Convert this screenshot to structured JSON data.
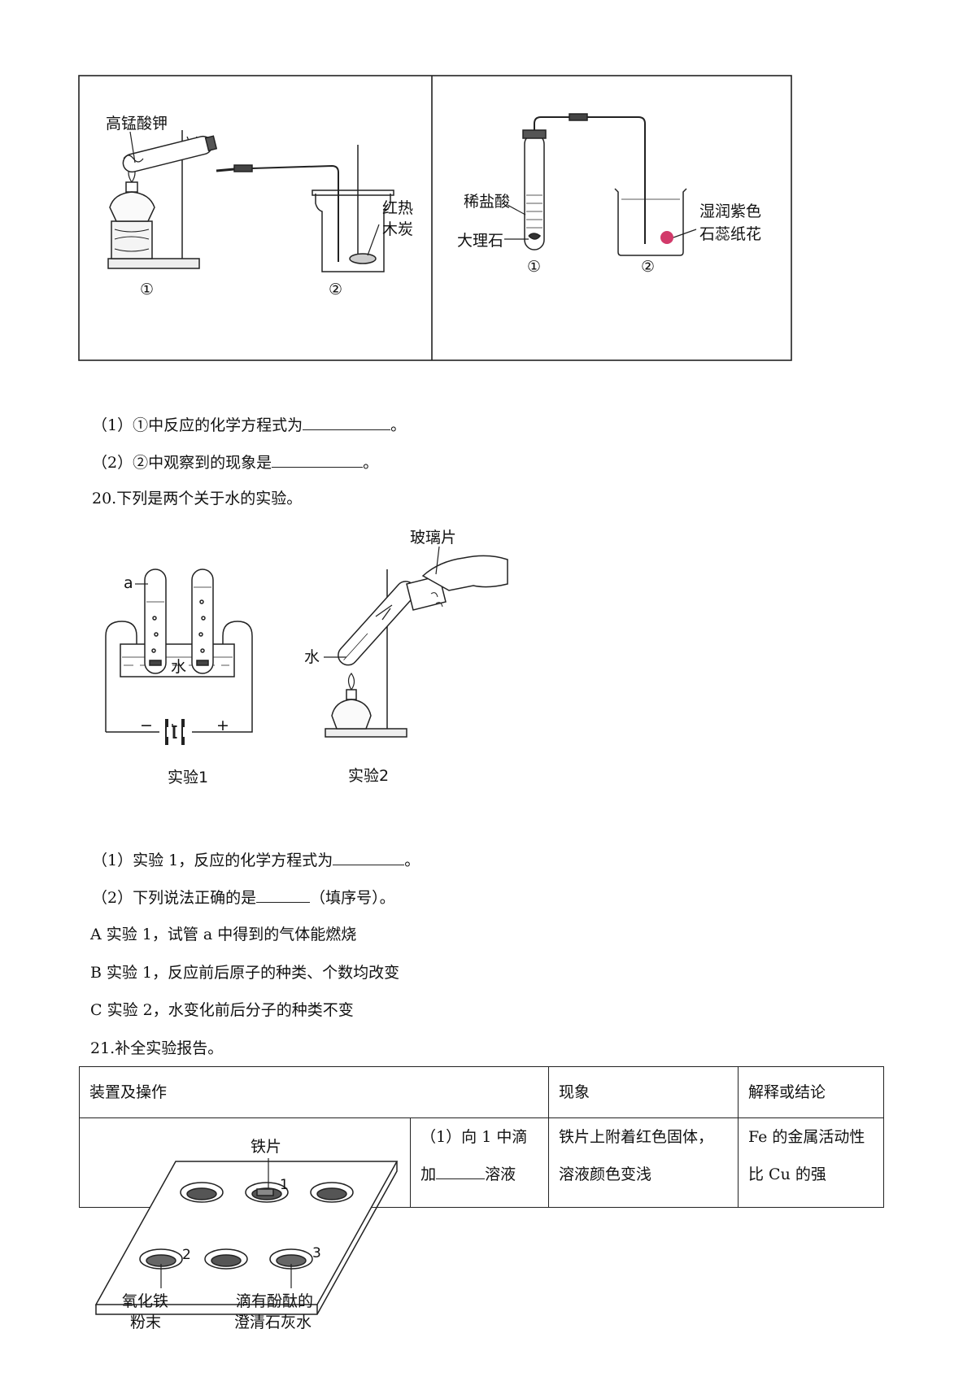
{
  "fig1": {
    "left": {
      "label_reagent": "高锰酸钾",
      "label_product_1": "红热",
      "label_product_2": "木炭",
      "num_1": "①",
      "num_2": "②"
    },
    "right": {
      "label_acid": "稀盐酸",
      "label_solid": "大理石",
      "label_paper_1": "湿润紫色",
      "label_paper_2": "石蕊纸花",
      "num_1": "①",
      "num_2": "②"
    }
  },
  "q19": {
    "sub1": {
      "pre": "（1）①中反应的化学方程式为",
      "post": "。"
    },
    "sub2": {
      "pre": "（2）②中观察到的现象是",
      "post": "。"
    }
  },
  "q20": {
    "title": "20.下列是两个关于水的实验。",
    "fig": {
      "label_a": "a",
      "label_water_1": "水",
      "label_minus": "−",
      "label_plus": "+",
      "caption_1": "实验1",
      "label_glass": "玻璃片",
      "label_water_2": "水",
      "caption_2": "实验2"
    },
    "sub1": {
      "pre": "（1）实验 1，反应的化学方程式为",
      "post": "。"
    },
    "sub2": {
      "pre": "（2）下列说法正确的是",
      "post": "（填序号）。"
    },
    "options": [
      "A  实验 1，试管 a 中得到的气体能燃烧",
      "B  实验 1，反应前后原子的种类、个数均改变",
      "C  实验 2，水变化前后分子的种类不变"
    ]
  },
  "q21": {
    "title": "21.补全实验报告。",
    "headers": [
      "装置及操作",
      "现象",
      "解释或结论"
    ],
    "row1": {
      "op_1": "（1）向 1 中滴",
      "op_2_pre": "加",
      "op_2_post": "溶液",
      "phen_1": "铁片上附着红色固体，",
      "phen_2": "溶液颜色变浅",
      "concl_1": "Fe 的金属活动性",
      "concl_2": "比 Cu 的强"
    },
    "plate": {
      "label_iron": "铁片",
      "num_1": "1",
      "num_2": "2",
      "num_3": "3",
      "label_oxide_1": "氧化铁",
      "label_oxide_2": "粉末",
      "label_lime_1": "滴有酚酞的",
      "label_lime_2": "澄清石灰水"
    }
  }
}
